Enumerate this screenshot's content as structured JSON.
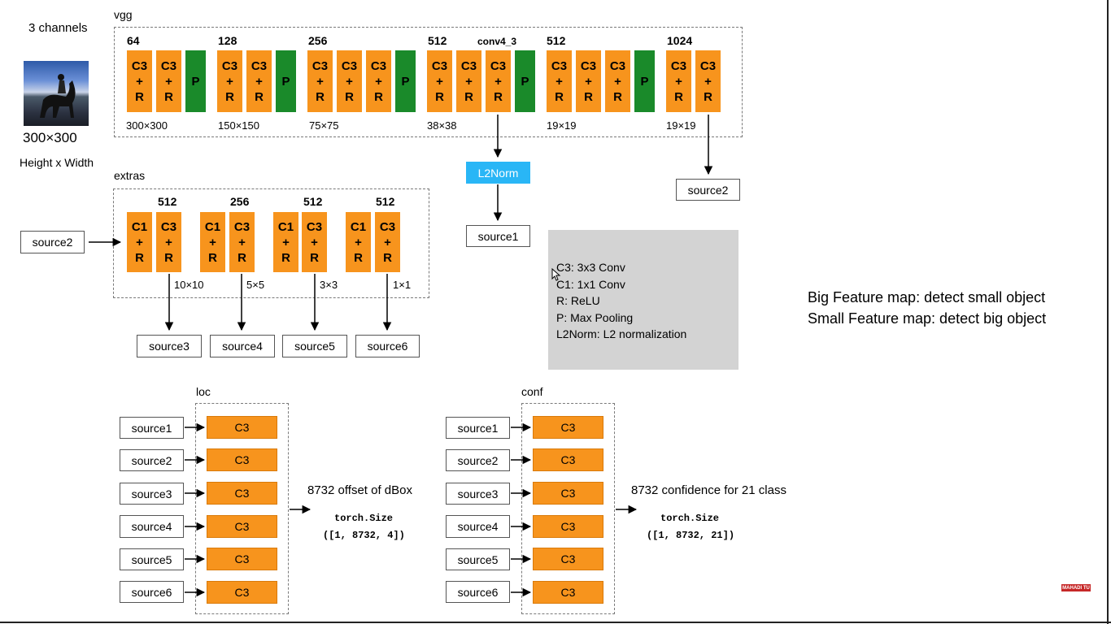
{
  "input": {
    "channels_label": "3 channels",
    "size_label": "300×300",
    "dims_label": "Height x Width"
  },
  "vgg": {
    "title": "vgg",
    "groups": [
      {
        "channels": "64",
        "size": "300×300"
      },
      {
        "channels": "128",
        "size": "150×150"
      },
      {
        "channels": "256",
        "size": "75×75"
      },
      {
        "channels": "512",
        "size": "38×38",
        "tag": "conv4_3"
      },
      {
        "channels": "512",
        "size": "19×19"
      },
      {
        "channels": "1024",
        "size": "19×19"
      }
    ],
    "block_label": "C3\n+\nR",
    "pool_label": "P"
  },
  "l2norm": {
    "label": "L2Norm"
  },
  "source1_top": "source1",
  "source2_top": "source2",
  "extras": {
    "title": "extras",
    "input_source": "source2",
    "groups": [
      {
        "channels": "512",
        "size": "10×10",
        "output": "source3"
      },
      {
        "channels": "256",
        "size": "5×5",
        "output": "source4"
      },
      {
        "channels": "512",
        "size": "3×3",
        "output": "source5"
      },
      {
        "channels": "512",
        "size": "1×1",
        "output": "source6"
      }
    ],
    "c1_label": "C1\n+\nR",
    "c3_label": "C3\n+\nR"
  },
  "legend": {
    "lines": [
      "C3: 3x3 Conv",
      "C1: 1x1 Conv",
      "R: ReLU",
      "P: Max Pooling",
      "L2Norm: L2 normalization"
    ]
  },
  "notes": {
    "line1": "Big Feature map: detect small object",
    "line2": "Small Feature map: detect big object"
  },
  "loc": {
    "title": "loc",
    "sources": [
      "source1",
      "source2",
      "source3",
      "source4",
      "source5",
      "source6"
    ],
    "block": "C3",
    "output_desc": "8732 offset of dBox",
    "size_line1": "torch.Size",
    "size_line2": "([1, 8732, 4])"
  },
  "conf": {
    "title": "conf",
    "sources": [
      "source1",
      "source2",
      "source3",
      "source4",
      "source5",
      "source6"
    ],
    "block": "C3",
    "output_desc": "8732 confidence for 21 class",
    "size_line1": "torch.Size",
    "size_line2": "([1, 8732, 21])"
  },
  "colors": {
    "conv_block": "#f7941d",
    "pool_block": "#1a8a2a",
    "l2norm": "#29b6f6",
    "legend_bg": "#d3d3d3"
  },
  "watermark": "MAHADI TU"
}
